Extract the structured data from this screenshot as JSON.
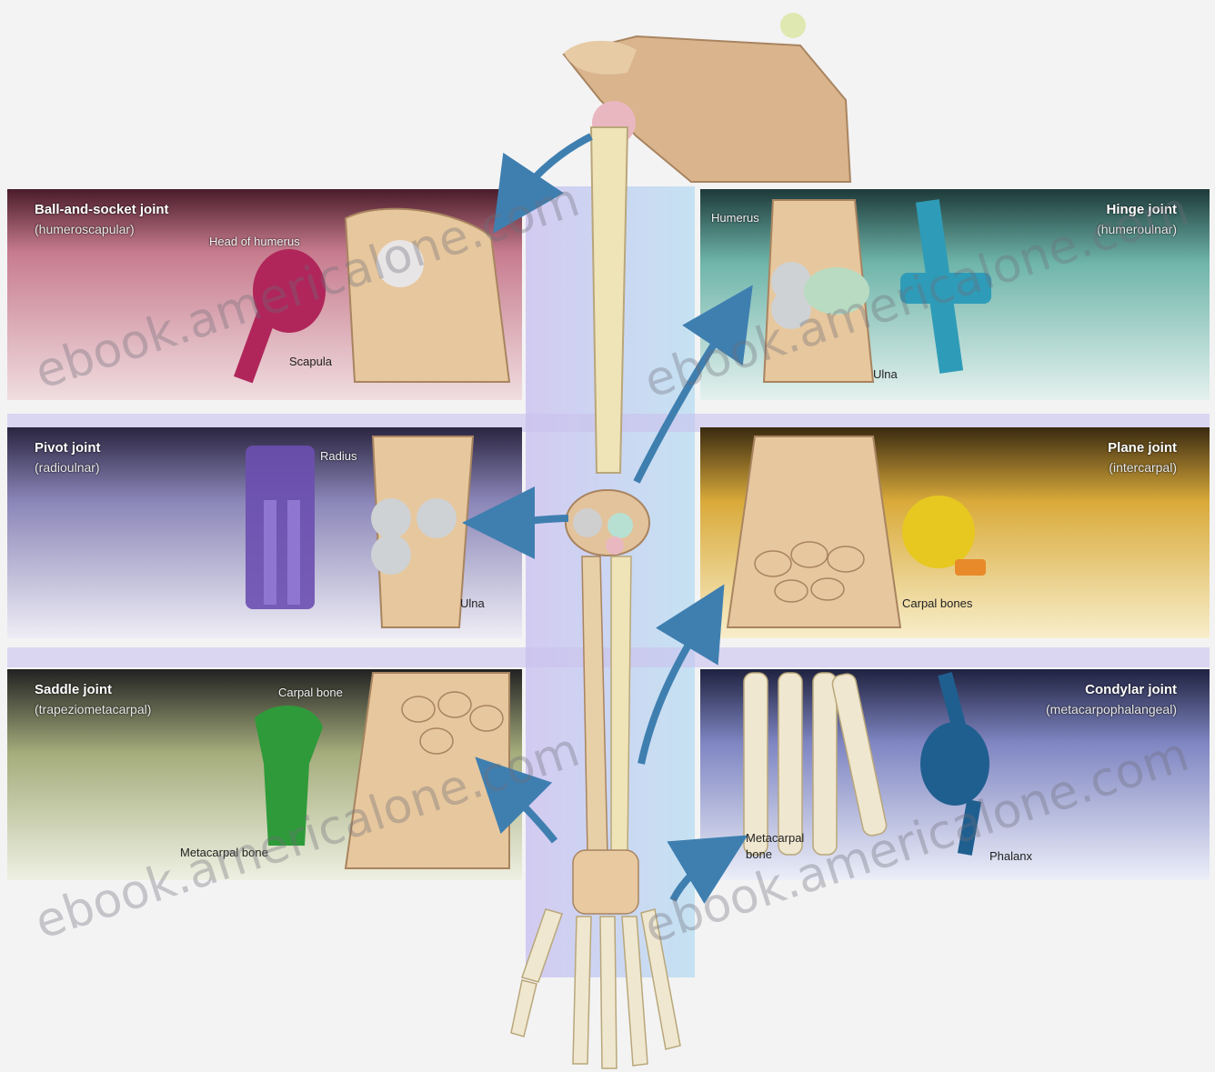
{
  "panels": {
    "ball_socket": {
      "title": "Ball-and-socket joint",
      "subtitle": "(humeroscapular)",
      "labels": {
        "head": "Head of humerus",
        "scapula": "Scapula"
      }
    },
    "hinge": {
      "title": "Hinge joint",
      "subtitle": "(humeroulnar)",
      "labels": {
        "humerus": "Humerus",
        "ulna": "Ulna"
      }
    },
    "pivot": {
      "title": "Pivot joint",
      "subtitle": "(radioulnar)",
      "labels": {
        "radius": "Radius",
        "ulna": "Ulna"
      }
    },
    "plane": {
      "title": "Plane joint",
      "subtitle": "(intercarpal)",
      "labels": {
        "carpal": "Carpal bones"
      }
    },
    "saddle": {
      "title": "Saddle joint",
      "subtitle": "(trapeziometacarpal)",
      "labels": {
        "carpal": "Carpal bone",
        "metacarpal": "Metacarpal bone"
      }
    },
    "condylar": {
      "title": "Condylar joint",
      "subtitle": "(metacarpophalangeal)",
      "labels": {
        "metacarpal_1": "Metacarpal",
        "metacarpal_2": "bone",
        "phalanx": "Phalanx"
      }
    }
  },
  "watermark": "ebook.americalone.com",
  "colors": {
    "bone": "#e8c9a0",
    "bone_shade": "#c9a27a",
    "cartilage": "#b9c9a9",
    "arrow": "#3f7fb0",
    "ball_socket": "#b0265a",
    "hinge": "#2e9cb8",
    "pivot": "#6b4fb0",
    "plane": "#e6c820",
    "saddle": "#2f9a3a",
    "condylar": "#1f5f8f"
  }
}
